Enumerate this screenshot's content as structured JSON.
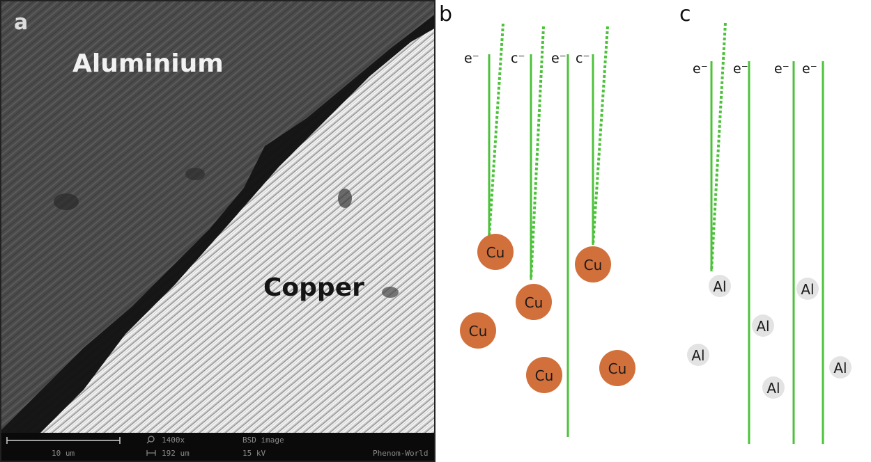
{
  "panel_a": {
    "label": "a",
    "aluminium_label": "Aluminium",
    "copper_label": "Copper",
    "infobar": {
      "scale_text": "10 um",
      "magnification": "1400x",
      "field_width": "192 um",
      "detector": "BSD image",
      "mode": "15 kV",
      "brand": "Phenom-World"
    }
  },
  "panel_b": {
    "label": "b",
    "electron_labels": [
      "e⁻",
      "c⁻",
      "e⁻",
      "c⁻"
    ],
    "atoms": [
      "Cu",
      "Cu",
      "Cu",
      "Cu",
      "Cu",
      "Cu"
    ],
    "atom_color": "#d2703b",
    "line_color": "#4cc23a"
  },
  "panel_c": {
    "label": "c",
    "electron_labels": [
      "e⁻",
      "e⁻",
      "e⁻",
      "e⁻"
    ],
    "atoms": [
      "Al",
      "Al",
      "Al",
      "Al",
      "Al",
      "Al"
    ],
    "atom_color": "#e3e3e3",
    "line_color": "#4cc23a"
  }
}
